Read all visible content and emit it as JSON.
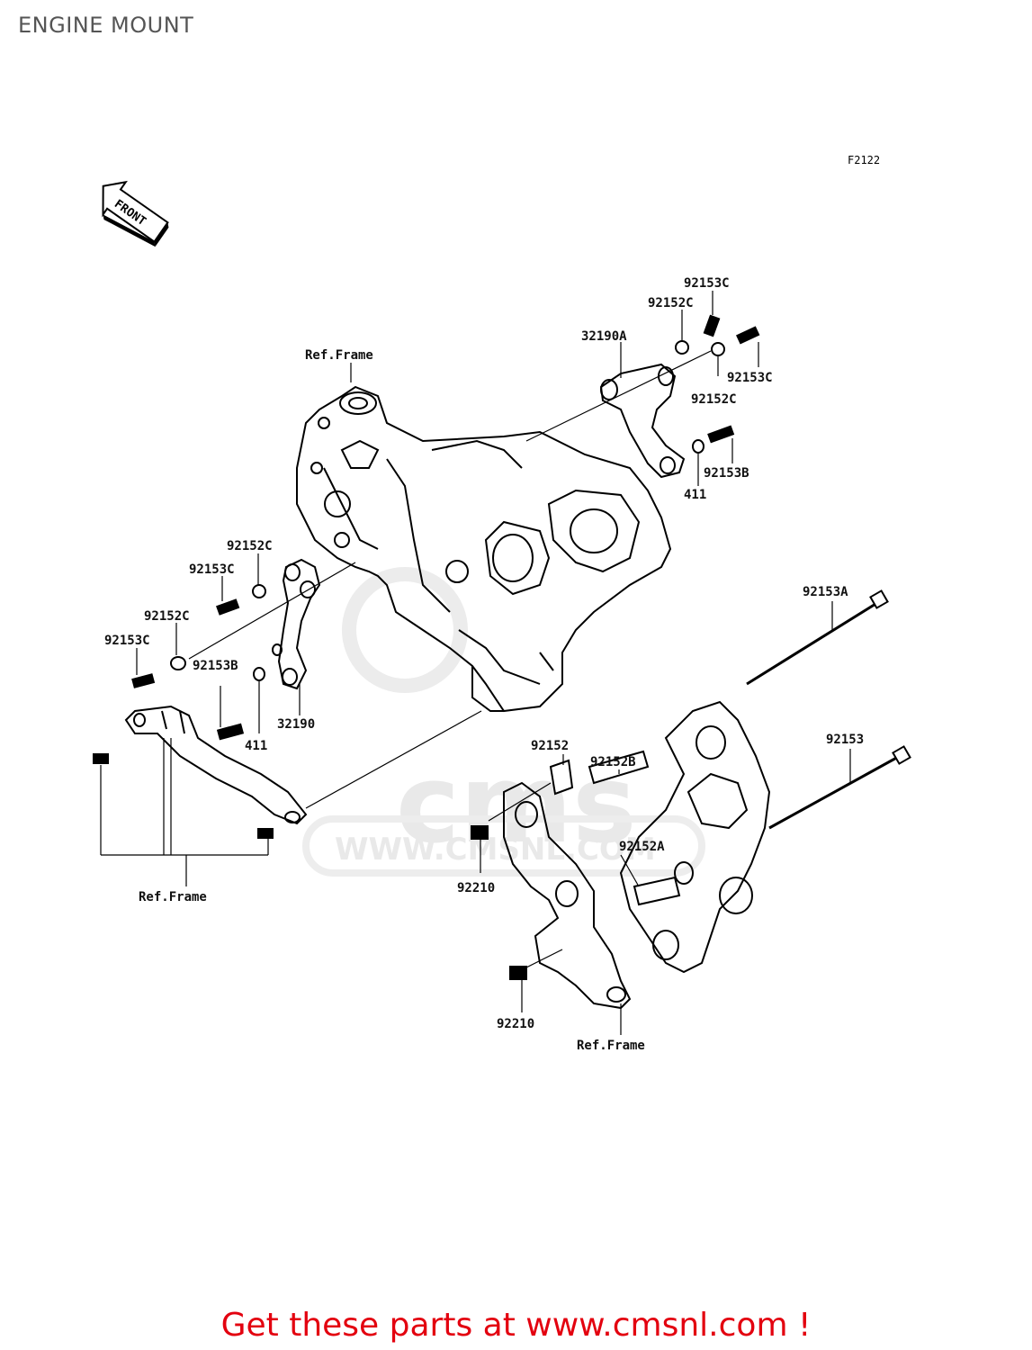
{
  "page_title": "ENGINE MOUNT",
  "figure_code": "F2122",
  "front_label": "FRONT",
  "watermark": {
    "site": "WWW.CMSNL.COM",
    "logo": "cms"
  },
  "parts": [
    {
      "id": "p1",
      "label": "92153C"
    },
    {
      "id": "p2",
      "label": "92152C"
    },
    {
      "id": "p3",
      "label": "32190A"
    },
    {
      "id": "p4",
      "label": "92153C"
    },
    {
      "id": "p5",
      "label": "92152C"
    },
    {
      "id": "p6",
      "label": "92153B"
    },
    {
      "id": "p7",
      "label": "411"
    },
    {
      "id": "p8",
      "label": "Ref.Frame"
    },
    {
      "id": "p9",
      "label": "92152C"
    },
    {
      "id": "p10",
      "label": "92153C"
    },
    {
      "id": "p11",
      "label": "92152C"
    },
    {
      "id": "p12",
      "label": "92153C"
    },
    {
      "id": "p13",
      "label": "92153B"
    },
    {
      "id": "p14",
      "label": "411"
    },
    {
      "id": "p15",
      "label": "32190"
    },
    {
      "id": "p16",
      "label": "Ref.Frame"
    },
    {
      "id": "p17",
      "label": "92153A"
    },
    {
      "id": "p18",
      "label": "92152B"
    },
    {
      "id": "p19",
      "label": "92152"
    },
    {
      "id": "p20",
      "label": "92153"
    },
    {
      "id": "p21",
      "label": "92152A"
    },
    {
      "id": "p22",
      "label": "92210"
    },
    {
      "id": "p23",
      "label": "92210"
    },
    {
      "id": "p24",
      "label": "Ref.Frame"
    }
  ],
  "footer": {
    "text": "Get these parts at www.cmsnl.com !"
  }
}
